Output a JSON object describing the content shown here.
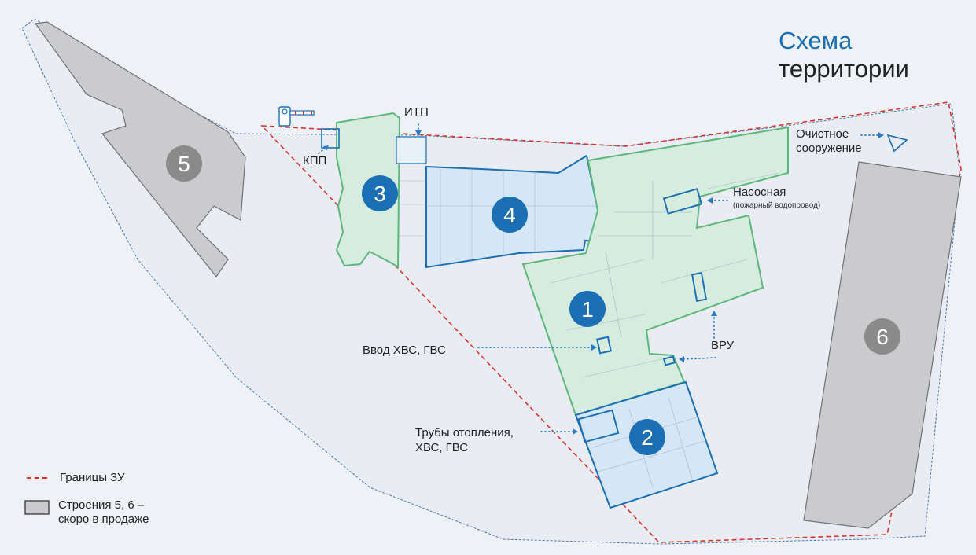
{
  "title": {
    "line1": "Схема",
    "line2": "территории"
  },
  "buildings": [
    {
      "number": "1",
      "status": "building",
      "color": "#1a6fb5"
    },
    {
      "number": "2",
      "status": "building",
      "color": "#1a6fb5"
    },
    {
      "number": "3",
      "status": "building",
      "color": "#1a6fb5"
    },
    {
      "number": "4",
      "status": "building",
      "color": "#1a6fb5"
    },
    {
      "number": "5",
      "status": "for-sale-soon",
      "color": "#8a8a8a"
    },
    {
      "number": "6",
      "status": "for-sale-soon",
      "color": "#8a8a8a"
    }
  ],
  "labels": {
    "itp": "ИТП",
    "kpp": "КПП",
    "treatment": {
      "line1": "Очистное",
      "line2": "сооружение"
    },
    "pump": {
      "title": "Насосная",
      "sub": "(пожарный водопровод)"
    },
    "vru": "ВРУ",
    "water_input": "Ввод ХВС, ГВС",
    "pipes": {
      "line1": "Трубы отопления,",
      "line2": "ХВС, ГВС"
    }
  },
  "legend": {
    "boundary": "Границы ЗУ",
    "structures": {
      "line1": "Строения 5, 6 –",
      "line2": "скоро в продаже"
    }
  },
  "colors": {
    "accent_blue": "#1a6fb5",
    "green_outline": "#5cb87a",
    "green_fill": "#d6ecdf",
    "blue_fill": "#d5e6f6",
    "gray_building": "#cbcbcd",
    "boundary_red": "#d9352c",
    "dotted_blue": "#2a7bc7"
  },
  "icons": [
    "barrier-gate-icon",
    "triangle-marker-icon"
  ]
}
